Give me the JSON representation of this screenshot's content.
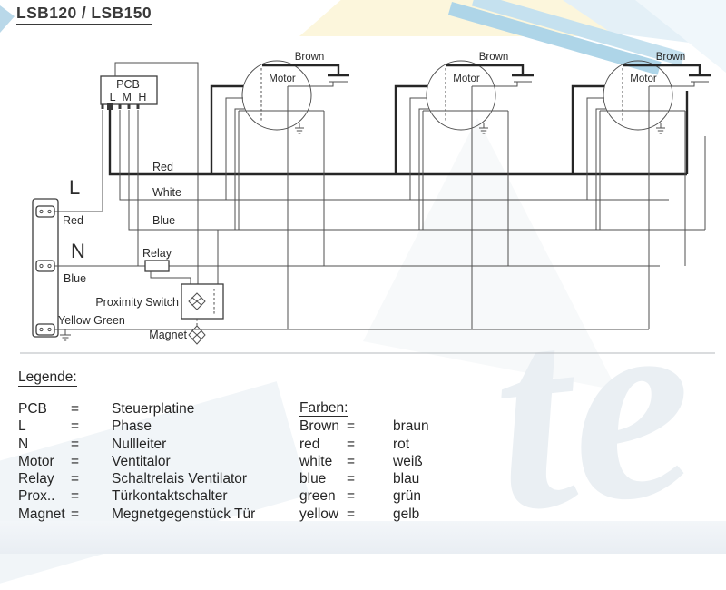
{
  "title": "LSB120 / LSB150",
  "diagram": {
    "pcb": {
      "label": "PCB",
      "pins_label": "L M H"
    },
    "motors": [
      {
        "label": "Motor",
        "wire_label": "Brown"
      },
      {
        "label": "Motor",
        "wire_label": "Brown"
      },
      {
        "label": "Motor",
        "wire_label": "Brown"
      }
    ],
    "bus_labels": {
      "red": "Red",
      "white": "White",
      "blue": "Blue"
    },
    "terminal": {
      "l": "L",
      "l_wire": "Red",
      "n": "N",
      "n_wire": "Blue",
      "ground_wire": "Yellow Green"
    },
    "relay_label": "Relay",
    "proximity_label": "Proximity Switch",
    "magnet_label": "Magnet"
  },
  "legend": {
    "heading": "Legende:",
    "entries": [
      {
        "term": "PCB",
        "eq": "=",
        "def": "Steuerplatine"
      },
      {
        "term": "L",
        "eq": "=",
        "def": "Phase"
      },
      {
        "term": "N",
        "eq": "=",
        "def": "Nullleiter"
      },
      {
        "term": "Motor",
        "eq": "=",
        "def": "Ventitalor"
      },
      {
        "term": "Relay",
        "eq": "=",
        "def": "Schaltrelais Ventilator"
      },
      {
        "term": "Prox..",
        "eq": "=",
        "def": "Türkontaktschalter"
      },
      {
        "term": "Magnet",
        "eq": "=",
        "def": "Megnetgegenstück Tür"
      }
    ],
    "colors": {
      "heading": "Farben:",
      "entries": [
        {
          "name": "Brown",
          "eq": "=",
          "value": "braun"
        },
        {
          "name": "red",
          "eq": "=",
          "value": "rot"
        },
        {
          "name": "white",
          "eq": "=",
          "value": "weiß"
        },
        {
          "name": "blue",
          "eq": "=",
          "value": "blau"
        },
        {
          "name": "green",
          "eq": "=",
          "value": "grün"
        },
        {
          "name": "yellow",
          "eq": "=",
          "value": "gelb"
        }
      ]
    }
  }
}
